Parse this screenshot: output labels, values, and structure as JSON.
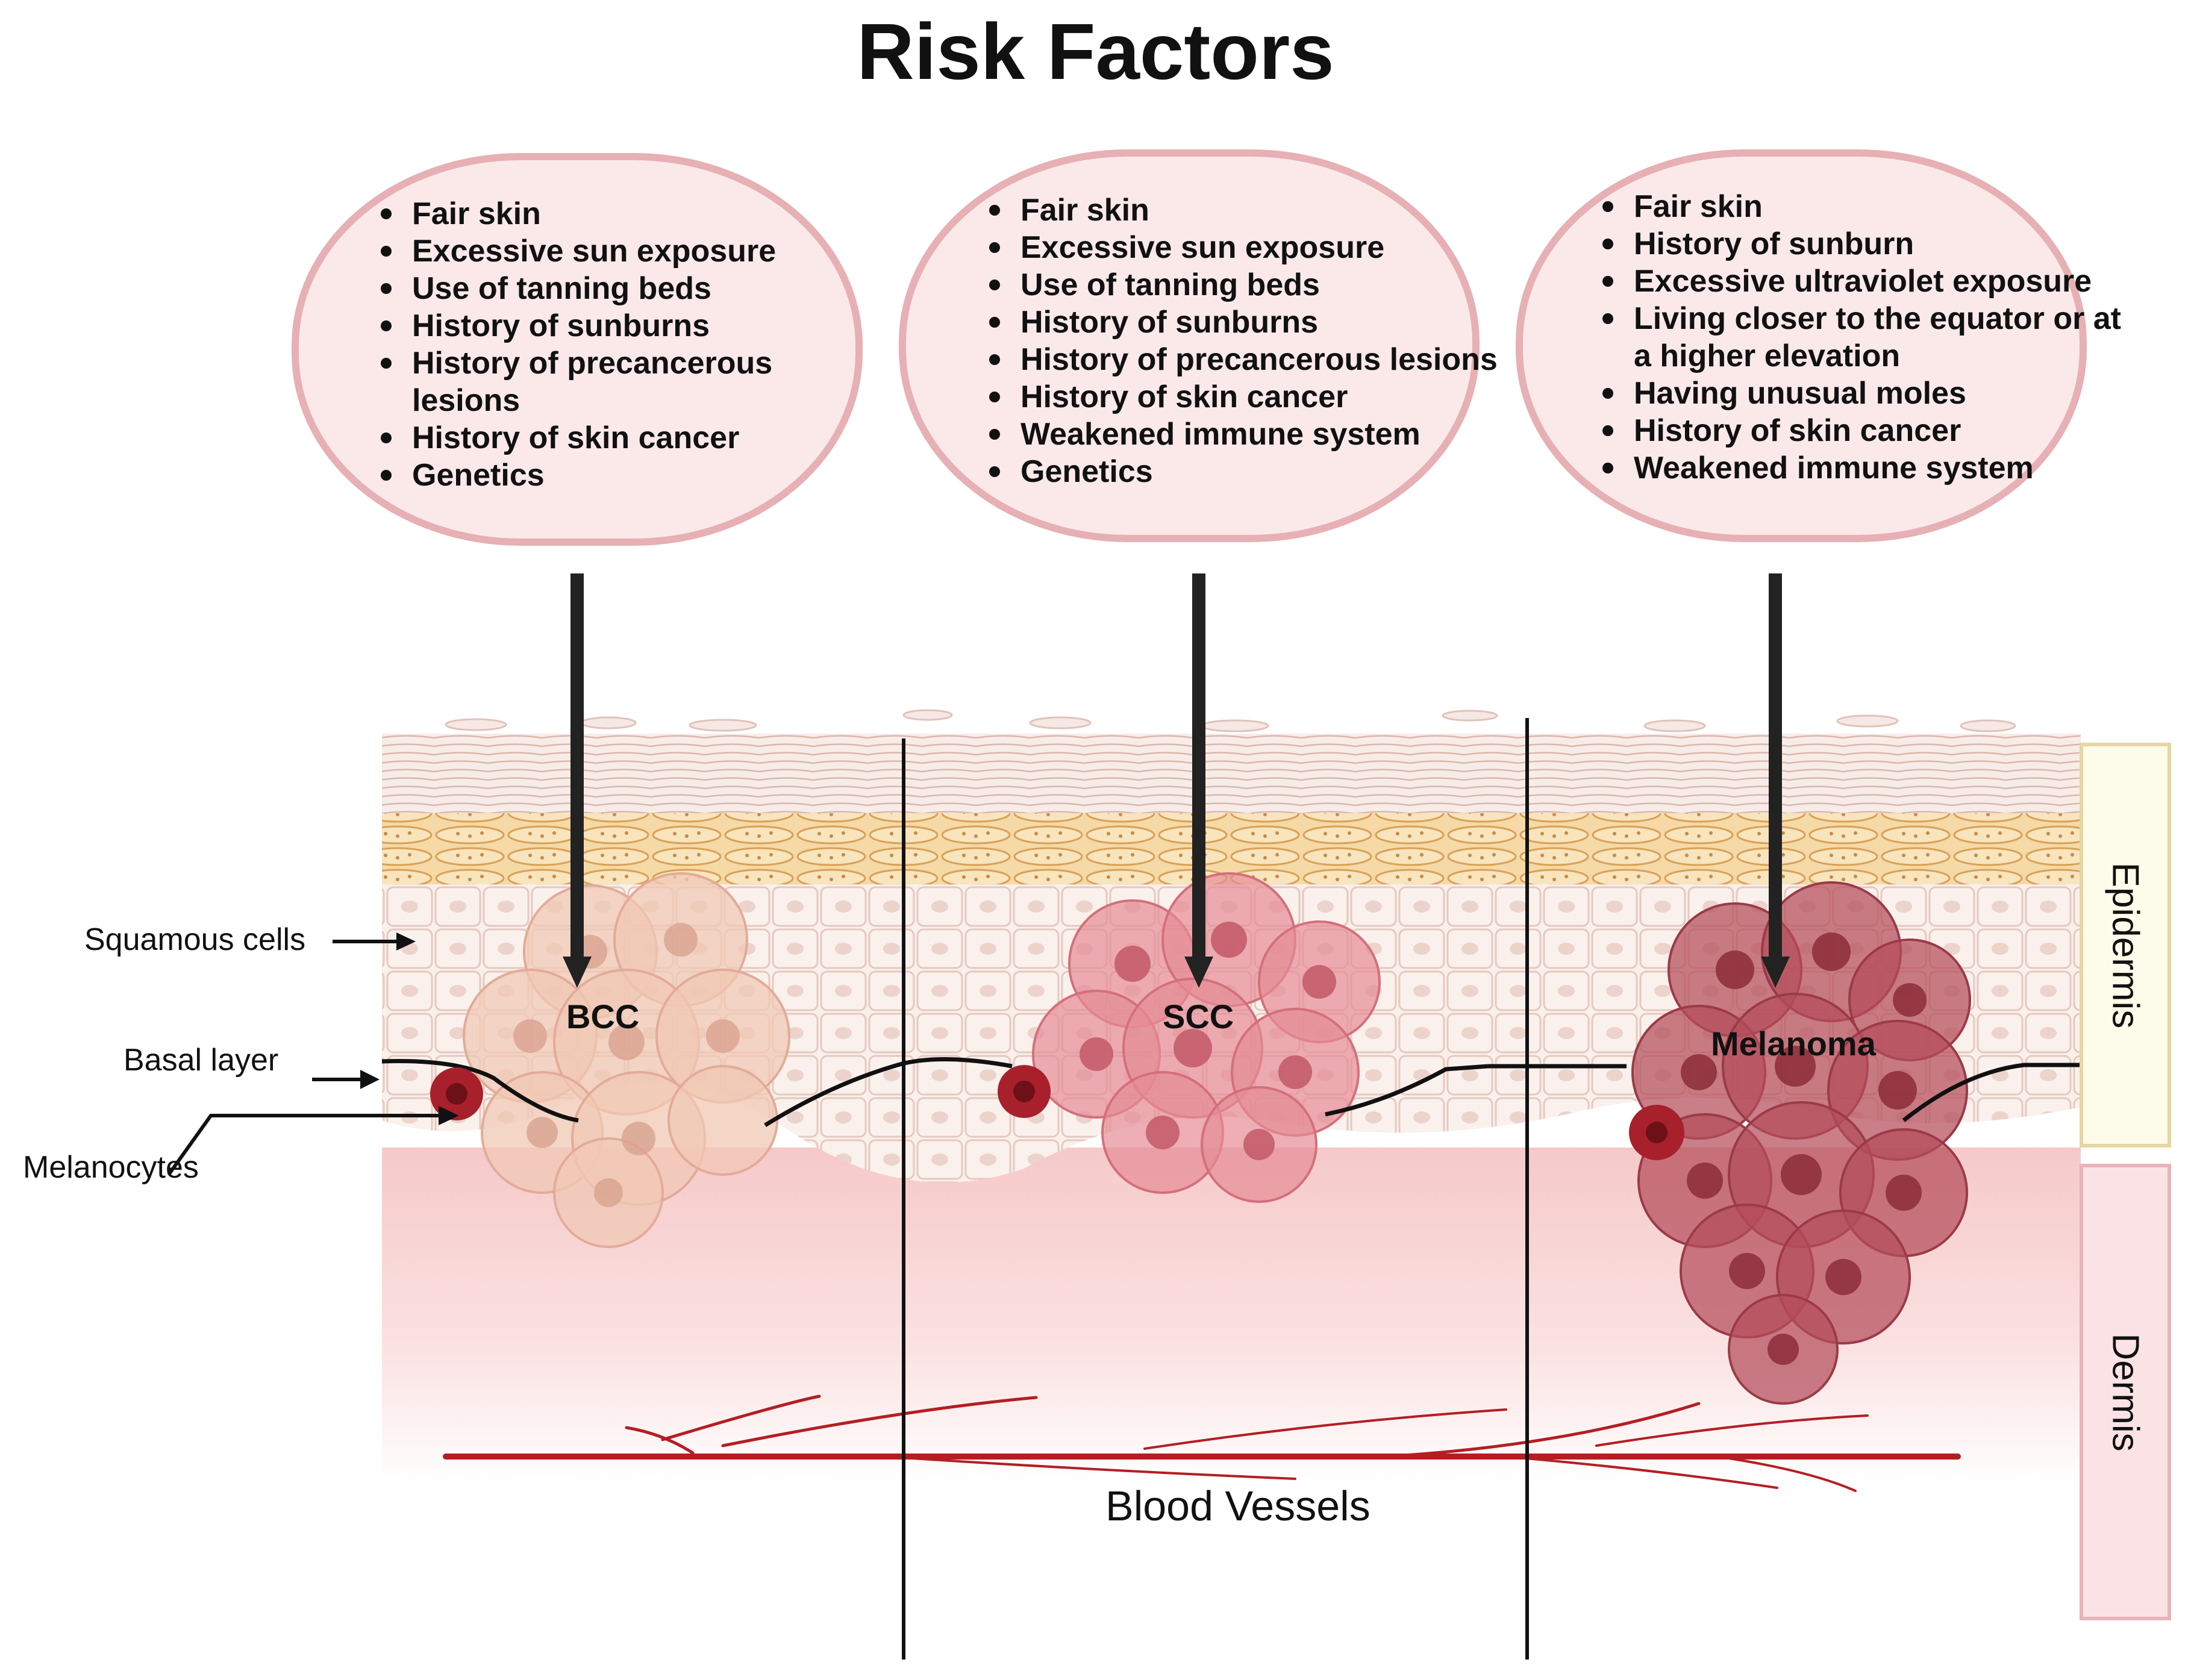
{
  "title": "Risk Factors",
  "bubbles": [
    {
      "name": "bcc",
      "items": [
        "Fair skin",
        "Excessive sun exposure",
        "Use of tanning beds",
        "History of sunburns",
        "History of precancerous lesions",
        "History of skin cancer",
        "Genetics"
      ]
    },
    {
      "name": "scc",
      "items": [
        "Fair skin",
        "Excessive sun exposure",
        "Use of tanning beds",
        "History of sunburns",
        "History of precancerous lesions",
        "History of skin cancer",
        "Weakened immune system",
        "Genetics"
      ]
    },
    {
      "name": "melanoma",
      "items": [
        "Fair skin",
        "History of sunburn",
        "Excessive ultraviolet exposure",
        "Living closer to the equator or at a higher elevation",
        "Having unusual moles",
        "History of skin cancer",
        "Weakened immune system"
      ]
    }
  ],
  "tumors": {
    "bcc": "BCC",
    "scc": "SCC",
    "melanoma": "Melanoma"
  },
  "labels": {
    "squamous": "Squamous cells",
    "basal": "Basal layer",
    "melanocytes": "Melanocytes",
    "blood_vessels": "Blood Vessels"
  },
  "layers": {
    "epidermis": "Epidermis",
    "dermis": "Dermis"
  },
  "colors": {
    "bubble_fill": "#fbe9ea",
    "bubble_border": "#e6b0b4",
    "bcc_tumor": "#f0c8b4",
    "scc_tumor": "#e68c96",
    "melanoma_tumor": "#b44c5a",
    "melanocyte": "#a8202c",
    "vessel": "#b41e23",
    "granular_layer": "#f5d9a6",
    "epidermis_box": "#fdfbea",
    "dermis_box": "#fbe3e5"
  }
}
